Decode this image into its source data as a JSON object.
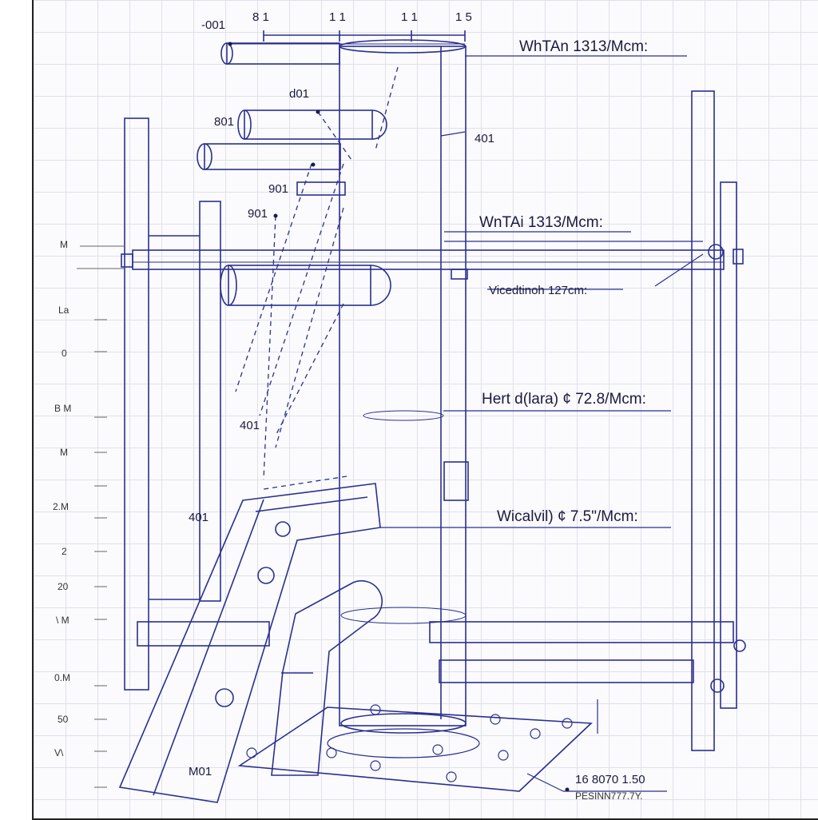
{
  "colors": {
    "ink": "#2b2f8f",
    "ink_dark": "#1b1b4d",
    "grid": "#dfe1ea",
    "paper": "#fbfbfd"
  },
  "top_scale": {
    "left_label": "-001",
    "marks": [
      "8 1",
      "1 1",
      "1 1",
      "1 5"
    ]
  },
  "callouts": [
    "WhTAn 1313/Mcm:",
    "WnTAi 1313/Mcm:",
    "Vicedtinoh 127cm:",
    "Hert d(lara) ¢ 72.8/Mcm:",
    "Wicalvil) ¢ 7.5\"/Mcm:"
  ],
  "peg_labels": [
    "d01",
    "801",
    "401",
    "901",
    "901",
    "401",
    "401",
    "M01"
  ],
  "left_scale": [
    "M",
    "La",
    "0",
    "B M",
    "M",
    "2.M",
    "2",
    "20",
    "\\ M",
    "0.M",
    "50",
    "V\\"
  ],
  "corner_note": {
    "line1": "16 8070  1.50",
    "line2": "PESINN777.7Y."
  }
}
